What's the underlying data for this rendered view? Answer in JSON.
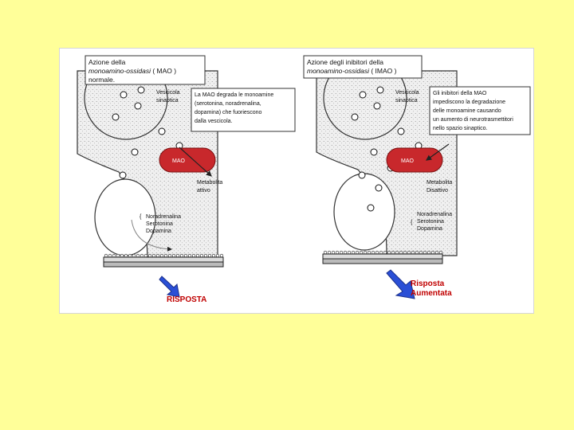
{
  "panels": [
    {
      "title_line1": "Azione della",
      "title_line2_italic": "monoamino-ossidasi",
      "title_line2_rest": " ( MAO )",
      "title_line3": "normale.",
      "vesicle_label": [
        "Vescicola",
        "sinaptica"
      ],
      "callout": [
        "La MAO degrada le monoamine",
        "(serotonina, noradrenalina,",
        "dopamina) che fuoriescono",
        "dalla vescicola."
      ],
      "enzyme_label": "MAO",
      "metabolite_label": [
        "Metabolita",
        "attivo"
      ],
      "neurotransmitters": [
        "Noradrenalina",
        "Serotonina",
        "Dopamina"
      ],
      "response": "RISPOSTA"
    },
    {
      "title_line1": "Azione degli inibitori della",
      "title_line2_italic": "monoamino-ossidasi",
      "title_line2_rest": " ( IMAO )",
      "vesicle_label": [
        "Vescicola",
        "sinaptica"
      ],
      "callout": [
        "Gli inibitori della MAO",
        "impediscono la degradazione",
        "delle monoamine causando",
        "un aumento di neurotrasmettitori",
        "nello spazio sinaptico."
      ],
      "enzyme_label": "MAO",
      "metabolite_label": [
        "Metabolita",
        "Disattivo"
      ],
      "neurotransmitters": [
        "Noradrenalina",
        "Serotonina",
        "Dopamina"
      ],
      "response": [
        "Risposta",
        "Aumentata"
      ]
    }
  ],
  "colors": {
    "background": "#ffff99",
    "enzyme": "#c8282c",
    "response_text": "#c00000",
    "arrow_blue": "#2a4fd6",
    "cell_fill": "#ececec"
  }
}
